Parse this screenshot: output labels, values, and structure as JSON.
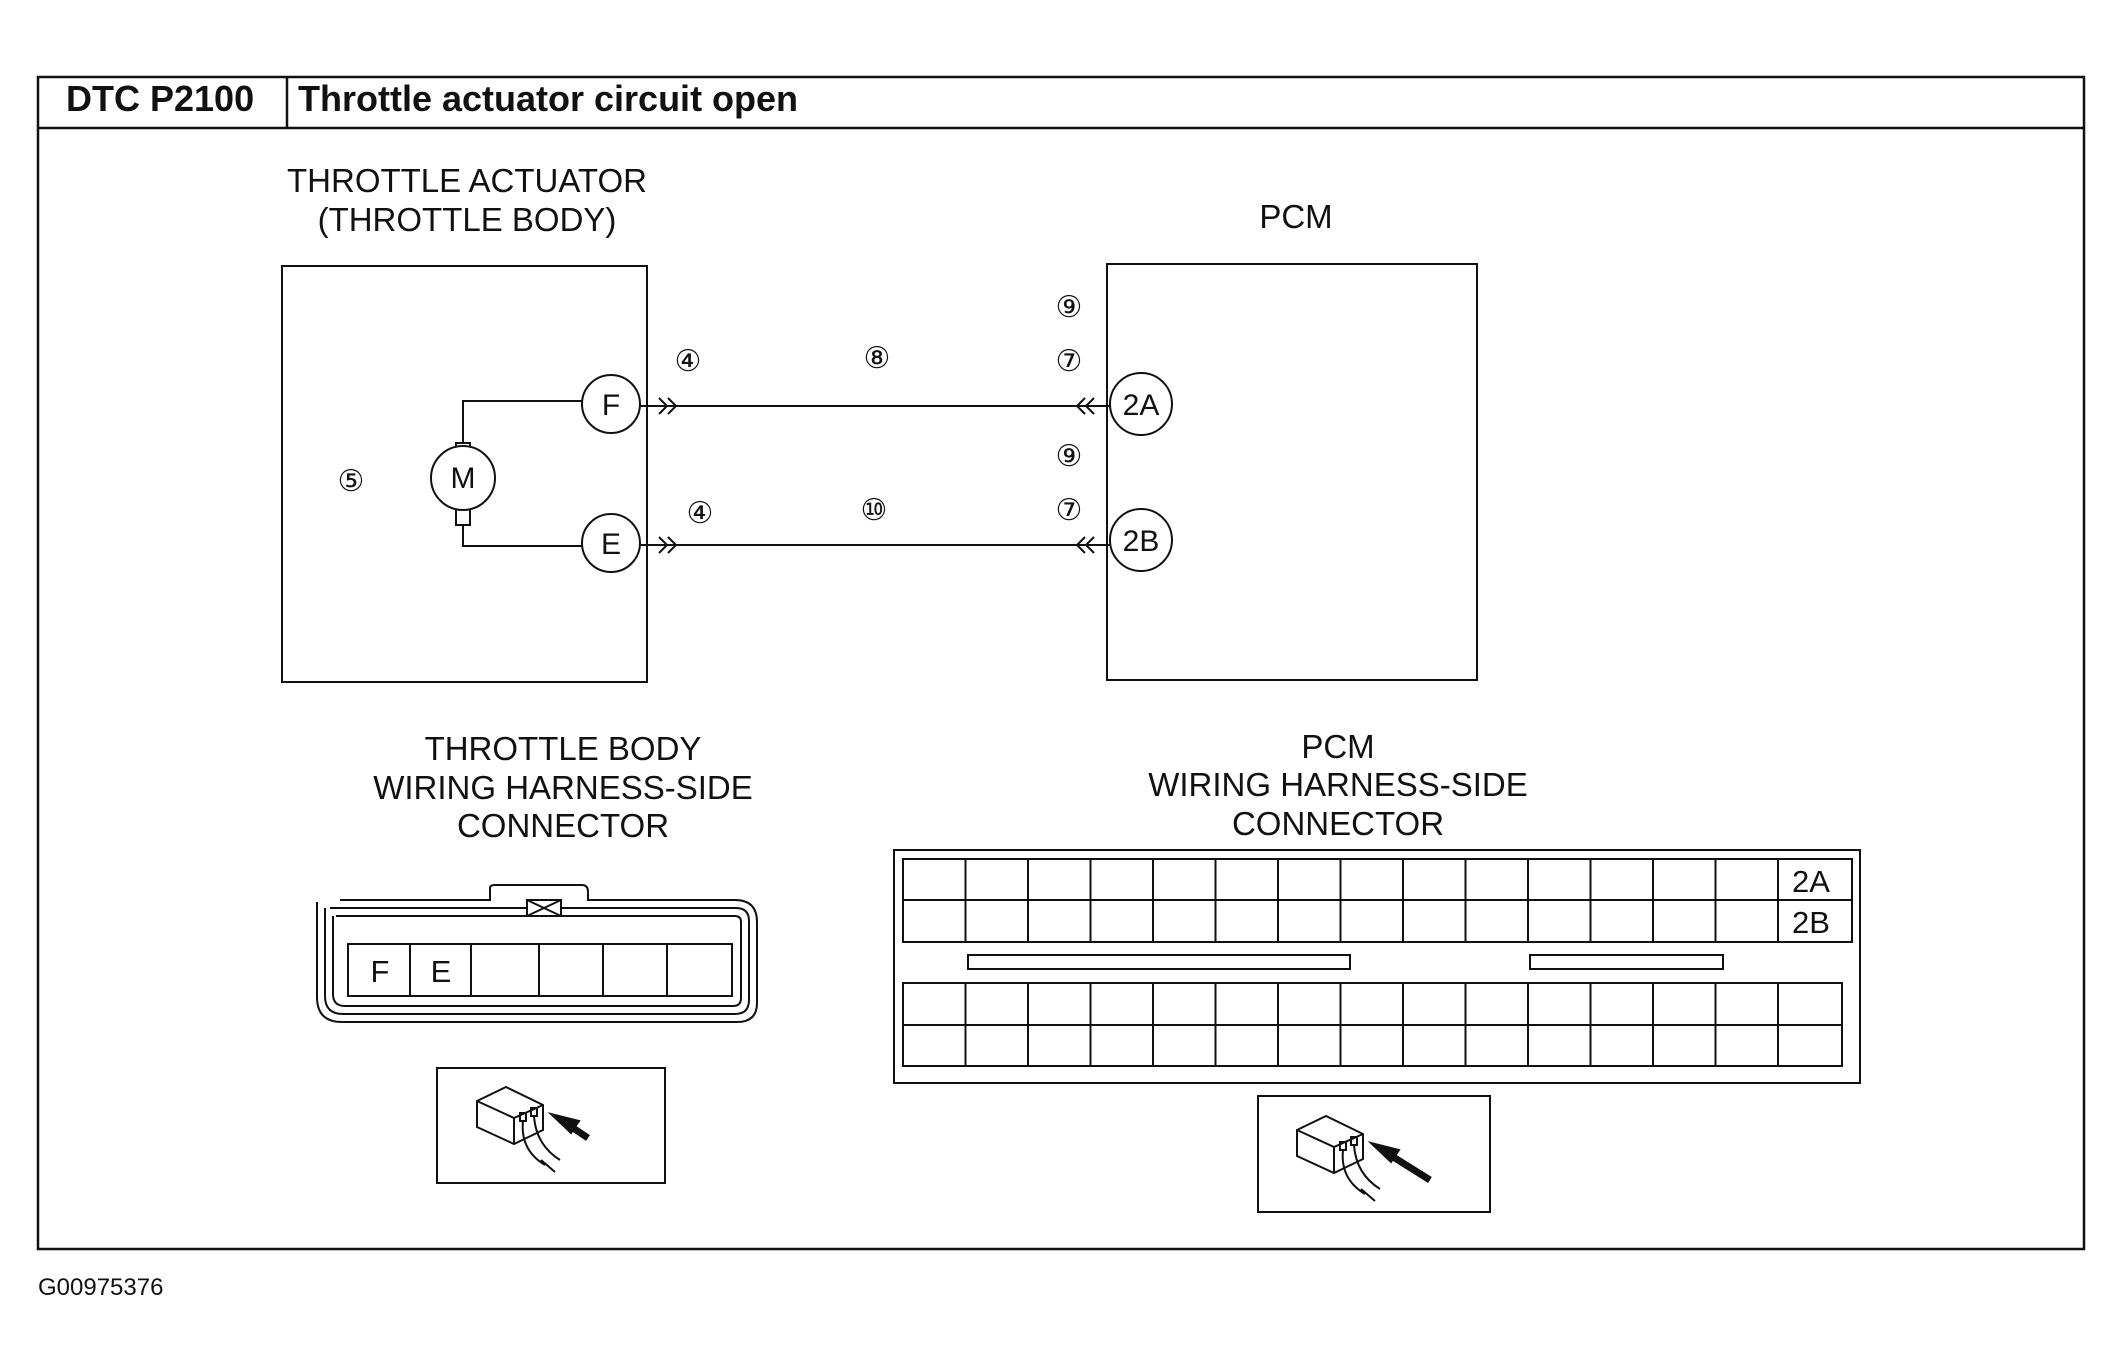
{
  "header": {
    "dtc_code": "DTC P2100",
    "description": "Throttle actuator circuit open"
  },
  "actuator": {
    "title_line1": "THROTTLE ACTUATOR",
    "title_line2": "(THROTTLE BODY)",
    "motor_label": "M",
    "pin_f": "F",
    "pin_e": "E",
    "callout": "⑤"
  },
  "pcm": {
    "title": "PCM",
    "pin_2a": "2A",
    "pin_2b": "2B"
  },
  "wires": {
    "upper": {
      "left_callout": "④",
      "mid_callout": "⑧",
      "right_callout_top": "⑨",
      "right_callout_bottom": "⑦"
    },
    "lower": {
      "left_callout": "④",
      "mid_callout": "⑩",
      "right_callout_top": "⑨",
      "right_callout_bottom": "⑦"
    }
  },
  "throttle_connector": {
    "title_line1": "THROTTLE BODY",
    "title_line2": "WIRING HARNESS-SIDE",
    "title_line3": "CONNECTOR",
    "pins": [
      "F",
      "E",
      "",
      "",
      "",
      ""
    ]
  },
  "pcm_connector": {
    "title_line1": "PCM",
    "title_line2": "WIRING HARNESS-SIDE",
    "title_line3": "CONNECTOR",
    "row_labels": [
      "2A",
      "2B"
    ]
  },
  "figure_id": "G00975376"
}
